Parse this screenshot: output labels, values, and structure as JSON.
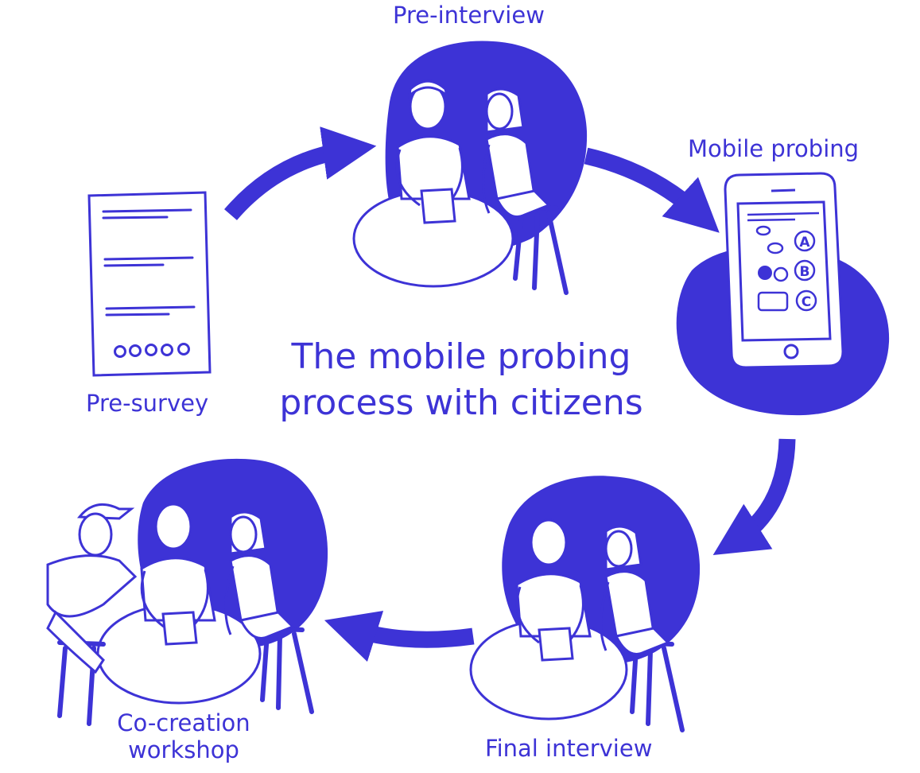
{
  "title": {
    "line1": "The mobile probing",
    "line2": "process with citizens"
  },
  "stages": {
    "pre_interview": "Pre-interview",
    "mobile_probing": "Mobile probing",
    "final_interview": "Final interview",
    "co_creation_line1": "Co-creation",
    "co_creation_line2": "workshop",
    "pre_survey": "Pre-survey"
  },
  "phone_options": [
    "A",
    "B",
    "C"
  ],
  "colors": {
    "accent": "#3d33d6",
    "background": "#ffffff"
  }
}
